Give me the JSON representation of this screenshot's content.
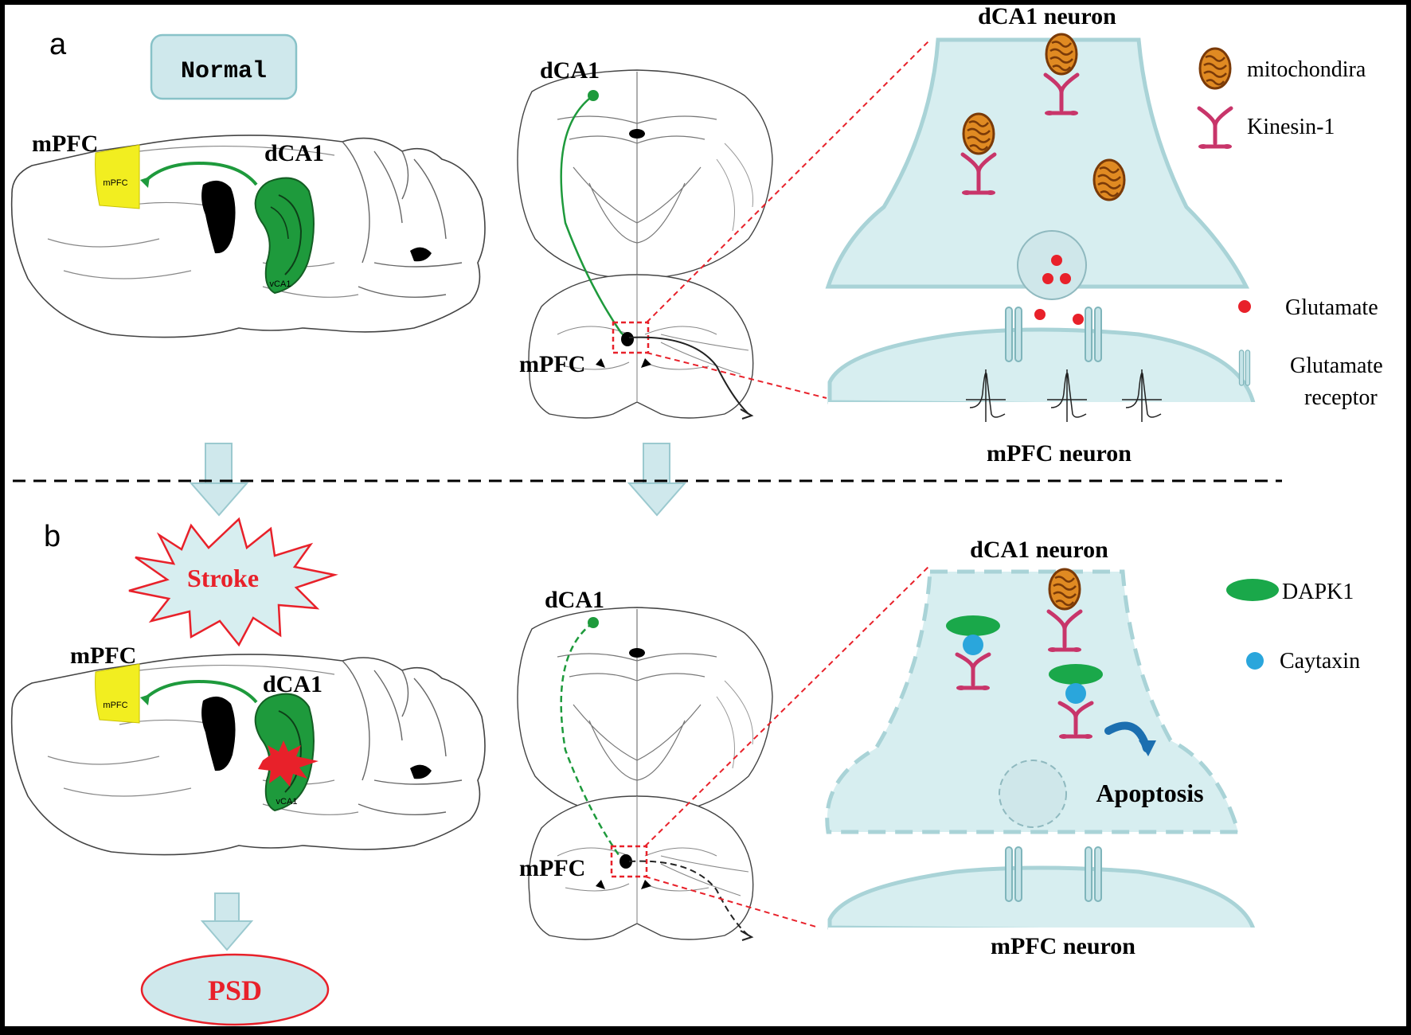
{
  "panel_a": {
    "letter": "a",
    "condition_label": "Normal",
    "sagittal": {
      "mpfc_label": "mPFC",
      "mpfc_box_label": "mPFC",
      "dca1_label": "dCA1",
      "vca1_label": "vCA1"
    },
    "coronal": {
      "dca1_label": "dCA1",
      "mpfc_label": "mPFC"
    },
    "synapse": {
      "top_title": "dCA1 neuron",
      "bottom_title": "mPFC neuron"
    },
    "legend": {
      "mitochondria": "mitochondira",
      "kinesin": "Kinesin-1",
      "glutamate": "Glutamate",
      "receptor_line1": "Glutamate",
      "receptor_line2": "receptor"
    }
  },
  "panel_b": {
    "letter": "b",
    "stroke_label": "Stroke",
    "outcome_label": "PSD",
    "sagittal": {
      "mpfc_label": "mPFC",
      "mpfc_box_label": "mPFC",
      "dca1_label": "dCA1",
      "vca1_label": "vCA1"
    },
    "coronal": {
      "dca1_label": "dCA1",
      "mpfc_label": "mPFC"
    },
    "synapse": {
      "top_title": "dCA1 neuron",
      "bottom_title": "mPFC neuron",
      "apoptosis_label": "Apoptosis"
    },
    "legend": {
      "dapk1": "DAPK1",
      "caytaxin": "Caytaxin"
    }
  },
  "colors": {
    "cytoplasm": "#d7eef0",
    "membrane": "#a9d3d7",
    "tract_green": "#1e9a3c",
    "mpfc_yellow": "#f2ee20",
    "mitochondria": "#e08a22",
    "kinesin": "#c8356a",
    "glutamate": "#e8212a",
    "dapk1": "#1aa84a",
    "caytaxin": "#2aa6dc",
    "stroke_red": "#e8212a",
    "apoptosis_arrow": "#1c6fb0"
  }
}
